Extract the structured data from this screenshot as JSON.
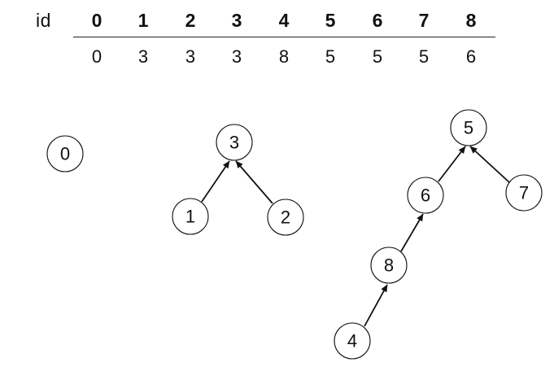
{
  "table": {
    "row_label": "id",
    "ids": [
      "0",
      "1",
      "2",
      "3",
      "4",
      "5",
      "6",
      "7",
      "8"
    ],
    "parents": [
      "0",
      "3",
      "3",
      "3",
      "8",
      "5",
      "5",
      "5",
      "6"
    ]
  },
  "forest": {
    "nodes": [
      "0",
      "3",
      "1",
      "2",
      "5",
      "6",
      "7",
      "8",
      "4"
    ],
    "edges": [
      {
        "from": "1",
        "to": "3"
      },
      {
        "from": "2",
        "to": "3"
      },
      {
        "from": "6",
        "to": "5"
      },
      {
        "from": "7",
        "to": "5"
      },
      {
        "from": "8",
        "to": "6"
      },
      {
        "from": "4",
        "to": "8"
      }
    ]
  }
}
